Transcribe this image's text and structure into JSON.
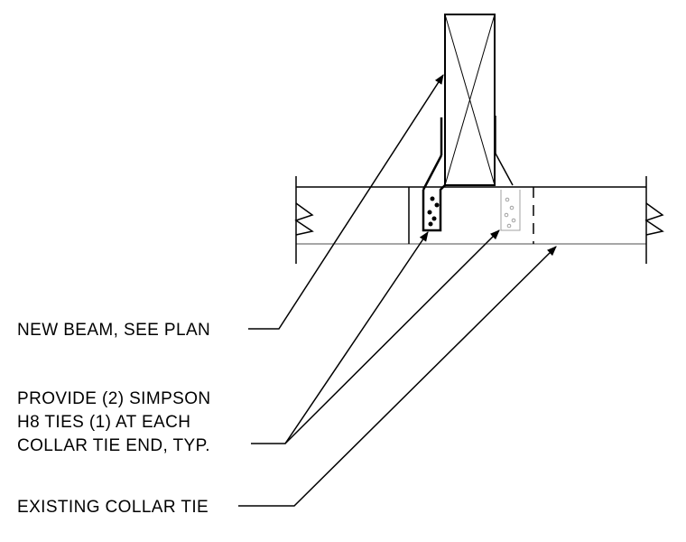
{
  "drawing": {
    "callouts": {
      "beam": {
        "line1": "NEW BEAM, SEE PLAN"
      },
      "ties": {
        "line1": "PROVIDE (2) SIMPSON",
        "line2": "H8 TIES (1) AT EACH",
        "line3": "COLLAR TIE END, TYP."
      },
      "collar": {
        "line1": "EXISTING COLLAR TIE"
      }
    },
    "colors": {
      "line": "#000000",
      "hidden": "#a0a0a0"
    }
  }
}
